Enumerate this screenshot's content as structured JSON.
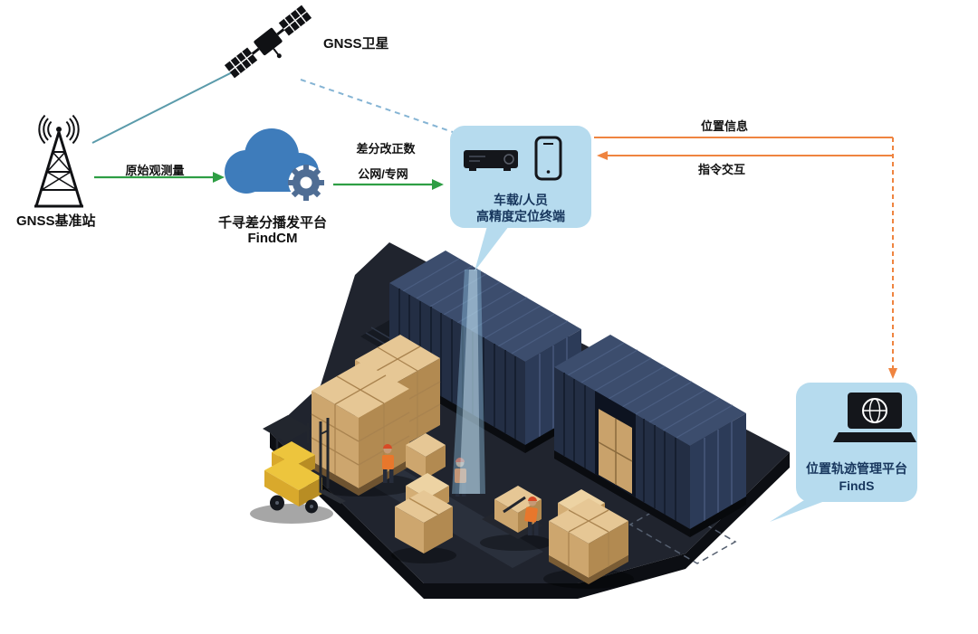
{
  "labels": {
    "satellite": "GNSS卫星",
    "base_station": "GNSS基准站",
    "cloud_line1": "千寻差分播发平台",
    "cloud_line2": "FindCM",
    "flow_raw": "原始观测量",
    "flow_corr1": "差分改正数",
    "flow_corr2": "公网/专网",
    "flow_position": "位置信息",
    "flow_command": "指令交互",
    "terminal_line1": "车载/人员",
    "terminal_line2": "高精度定位终端",
    "finds_line1": "位置轨迹管理平台",
    "finds_line2": "FindS"
  },
  "icons": {
    "satellite": "gnss-satellite-icon",
    "base_station": "radio-tower-icon",
    "cloud": "cloud-gear-icon",
    "terminal": "receiver-and-phone-icon",
    "finds": "laptop-globe-icon"
  },
  "colors": {
    "green_arrow": "#2e9e44",
    "teal_line": "#5b9bab",
    "dashed_blue": "#85b4d4",
    "orange": "#ef8440",
    "callout_bg": "#b6dbee",
    "callout_text": "#17365d",
    "cloud_blue": "#3e7cbb",
    "container_dark": "#232e44",
    "box_tan": "#cda66e",
    "platform_dark": "#20242e"
  }
}
